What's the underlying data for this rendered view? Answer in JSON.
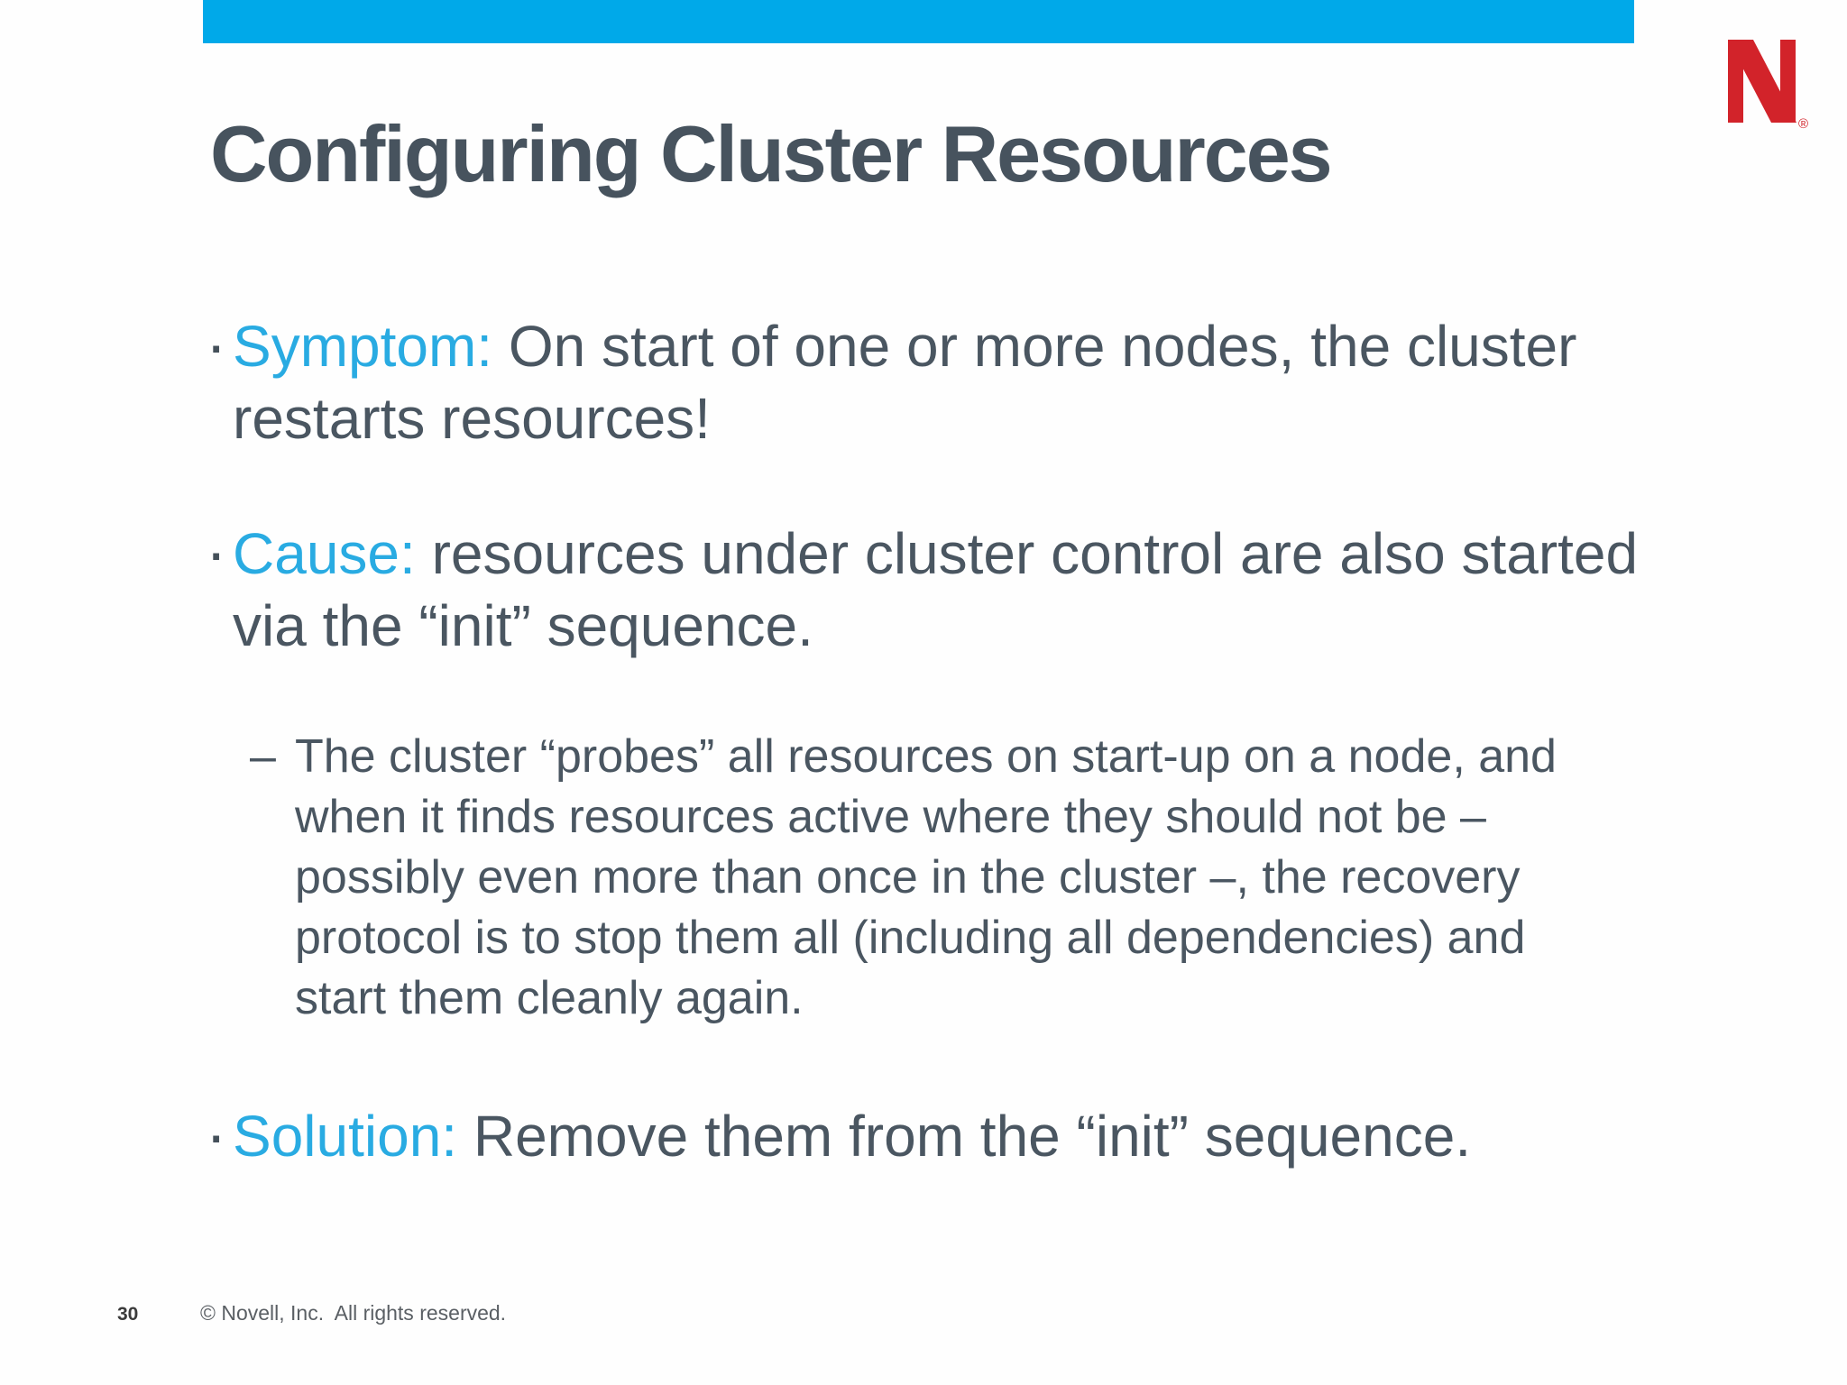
{
  "slide": {
    "title": "Configuring Cluster Resources",
    "page_number": "30",
    "copyright": "© Novell, Inc.  All rights reserved.",
    "bullet_marker": "·",
    "colors": {
      "accent_bar": "#00A9E9",
      "label_text": "#29ABE2",
      "body_text": "#4A5661",
      "title_text": "#47535E",
      "logo_red": "#D2232A"
    }
  },
  "logo": {
    "letter": "N",
    "registered_mark": "®"
  },
  "bullets": [
    {
      "label": "Symptom:",
      "lines": [
        "On start of one or more nodes, the cluster",
        "restarts resources!"
      ]
    },
    {
      "label": "Cause:",
      "lines": [
        "resources under cluster control are also started",
        "via the “init” sequence."
      ]
    },
    {
      "label": "Solution:",
      "lines": [
        "Remove them from the “init” sequence."
      ]
    }
  ],
  "sub_bullet": {
    "marker": "–",
    "lines": [
      "The cluster “probes” all resources on start-up on a node, and",
      "when it finds resources active where they should not be –",
      "possibly even more than once in the cluster –, the recovery",
      "protocol is to stop them all (including all dependencies) and",
      "start them cleanly again."
    ]
  }
}
